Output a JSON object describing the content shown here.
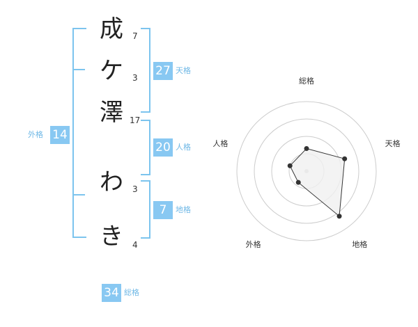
{
  "name": {
    "chars": [
      {
        "char": "成",
        "strokes": "7"
      },
      {
        "char": "ケ",
        "strokes": "3"
      },
      {
        "char": "澤",
        "strokes": "17"
      },
      {
        "char": "わ",
        "strokes": "3"
      },
      {
        "char": "き",
        "strokes": "4"
      }
    ]
  },
  "fortunes": {
    "tenkaku": {
      "value": "27",
      "label": "天格"
    },
    "jinkaku": {
      "value": "20",
      "label": "人格"
    },
    "chikaku": {
      "value": "7",
      "label": "地格"
    },
    "gaikaku": {
      "value": "14",
      "label": "外格"
    },
    "soukaku": {
      "value": "34",
      "label": "総格"
    }
  },
  "colors": {
    "accent": "#88c8f2",
    "bracket": "#7cc4ee"
  },
  "chart_data": {
    "type": "radar",
    "axes": [
      "総格",
      "天格",
      "地格",
      "外格",
      "人格"
    ],
    "levels": 4,
    "values": [
      1.3,
      2.3,
      3.2,
      0.8,
      1.0
    ],
    "max": 4
  }
}
